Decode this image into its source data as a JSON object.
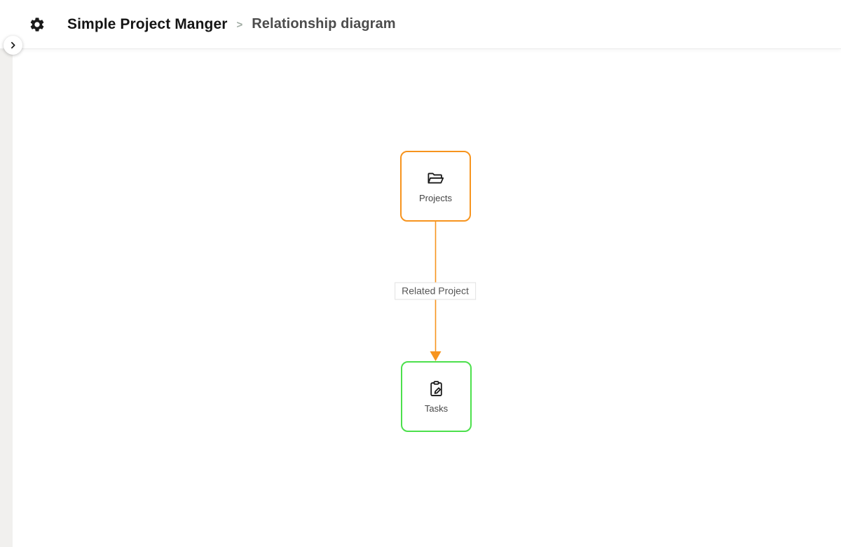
{
  "header": {
    "breadcrumb": {
      "app_title": "Simple Project Manger",
      "separator": ">",
      "page_title": "Relationship diagram"
    }
  },
  "sidebar": {
    "state": "collapsed",
    "toggle_icon": "chevron-right"
  },
  "diagram": {
    "nodes": [
      {
        "id": "projects",
        "label": "Projects",
        "icon": "folder-icon",
        "border_color": "#F7941E"
      },
      {
        "id": "tasks",
        "label": "Tasks",
        "icon": "task-edit-icon",
        "border_color": "#4CE04C"
      }
    ],
    "edges": [
      {
        "from": "projects",
        "to": "tasks",
        "label": "Related Project",
        "color": "#F7941E"
      }
    ]
  },
  "colors": {
    "accent_orange": "#F7941E",
    "accent_green": "#4CE04C",
    "sidebar_strip": "#F1F0EE"
  }
}
